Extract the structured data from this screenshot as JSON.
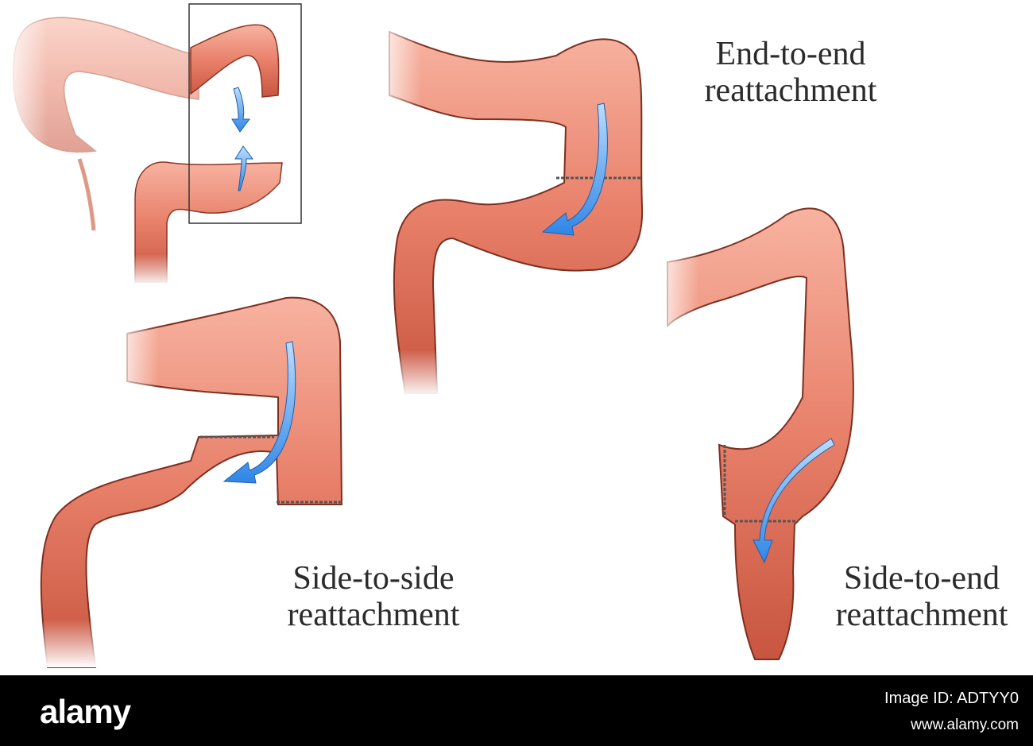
{
  "captions": {
    "end_to_end": [
      "End-to-end",
      "reattachment"
    ],
    "side_to_side": [
      "Side-to-side",
      "reattachment"
    ],
    "side_to_end": [
      "Side-to-end",
      "reattachment"
    ]
  },
  "footer": {
    "logo": "alamy",
    "image_id": "Image ID: ADTYY0",
    "url": "www.alamy.com"
  },
  "colors": {
    "tissue": "#e8806a",
    "tissue_dark": "#a8402e",
    "arrow": "#4a9ff0",
    "footer_bg": "#000000"
  }
}
